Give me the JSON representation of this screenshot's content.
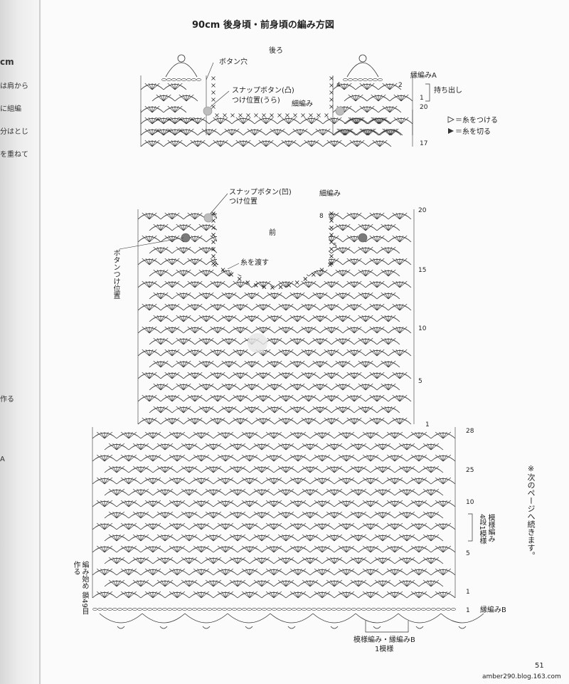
{
  "title": "90cm 後身頃・前身頃の編み方図",
  "back": {
    "label": "後ろ",
    "button_hole": "ボタン穴",
    "snap_line1": "スナップボタン(凸)",
    "snap_line2": "つけ位置(うら)",
    "edge_thin": "細編み",
    "row_4": "4",
    "row_2": "2",
    "row_1": "1",
    "row_20": "20",
    "row_17": "17",
    "edge_a": "縁編みA",
    "extend": "持ち出し",
    "stitch_count": "17"
  },
  "front": {
    "label": "前",
    "snap_line1": "スナップボタン(凹)",
    "snap_line2": "つけ位置",
    "edge_thin": "細編み",
    "carry_yarn": "糸を渡す",
    "button_pos": "ボタンつけ位置",
    "row_8": "8",
    "row_5": "5",
    "row_1": "1",
    "rows_right": [
      "20",
      "15",
      "10",
      "5"
    ]
  },
  "skirt": {
    "rows_right": [
      "28",
      "25",
      "10",
      "5"
    ],
    "start_note": "編み始め 鎖49目作る",
    "pattern_note_1": "模様編み",
    "pattern_note_2": "4段1模様",
    "row_1": "1",
    "edge_b": "縁編みB",
    "bottom_note_1": "模様編み・縁編みB",
    "bottom_note_2": "1模様",
    "row_1b": "1"
  },
  "legend": {
    "attach": "＝糸をつける",
    "cut": "＝糸を切る"
  },
  "continued_note": "※次のページへ続きます。",
  "page_number": "51",
  "watermark_url": "amber290.blog.163.com",
  "left_page_fragments": [
    "cm",
    "は肩から",
    "に組編",
    "分はとじ",
    "を重ねて",
    "作る",
    "A"
  ],
  "colors": {
    "ink": "#333333",
    "button": "#7a7a7a",
    "snap": "#bdbdbd"
  }
}
